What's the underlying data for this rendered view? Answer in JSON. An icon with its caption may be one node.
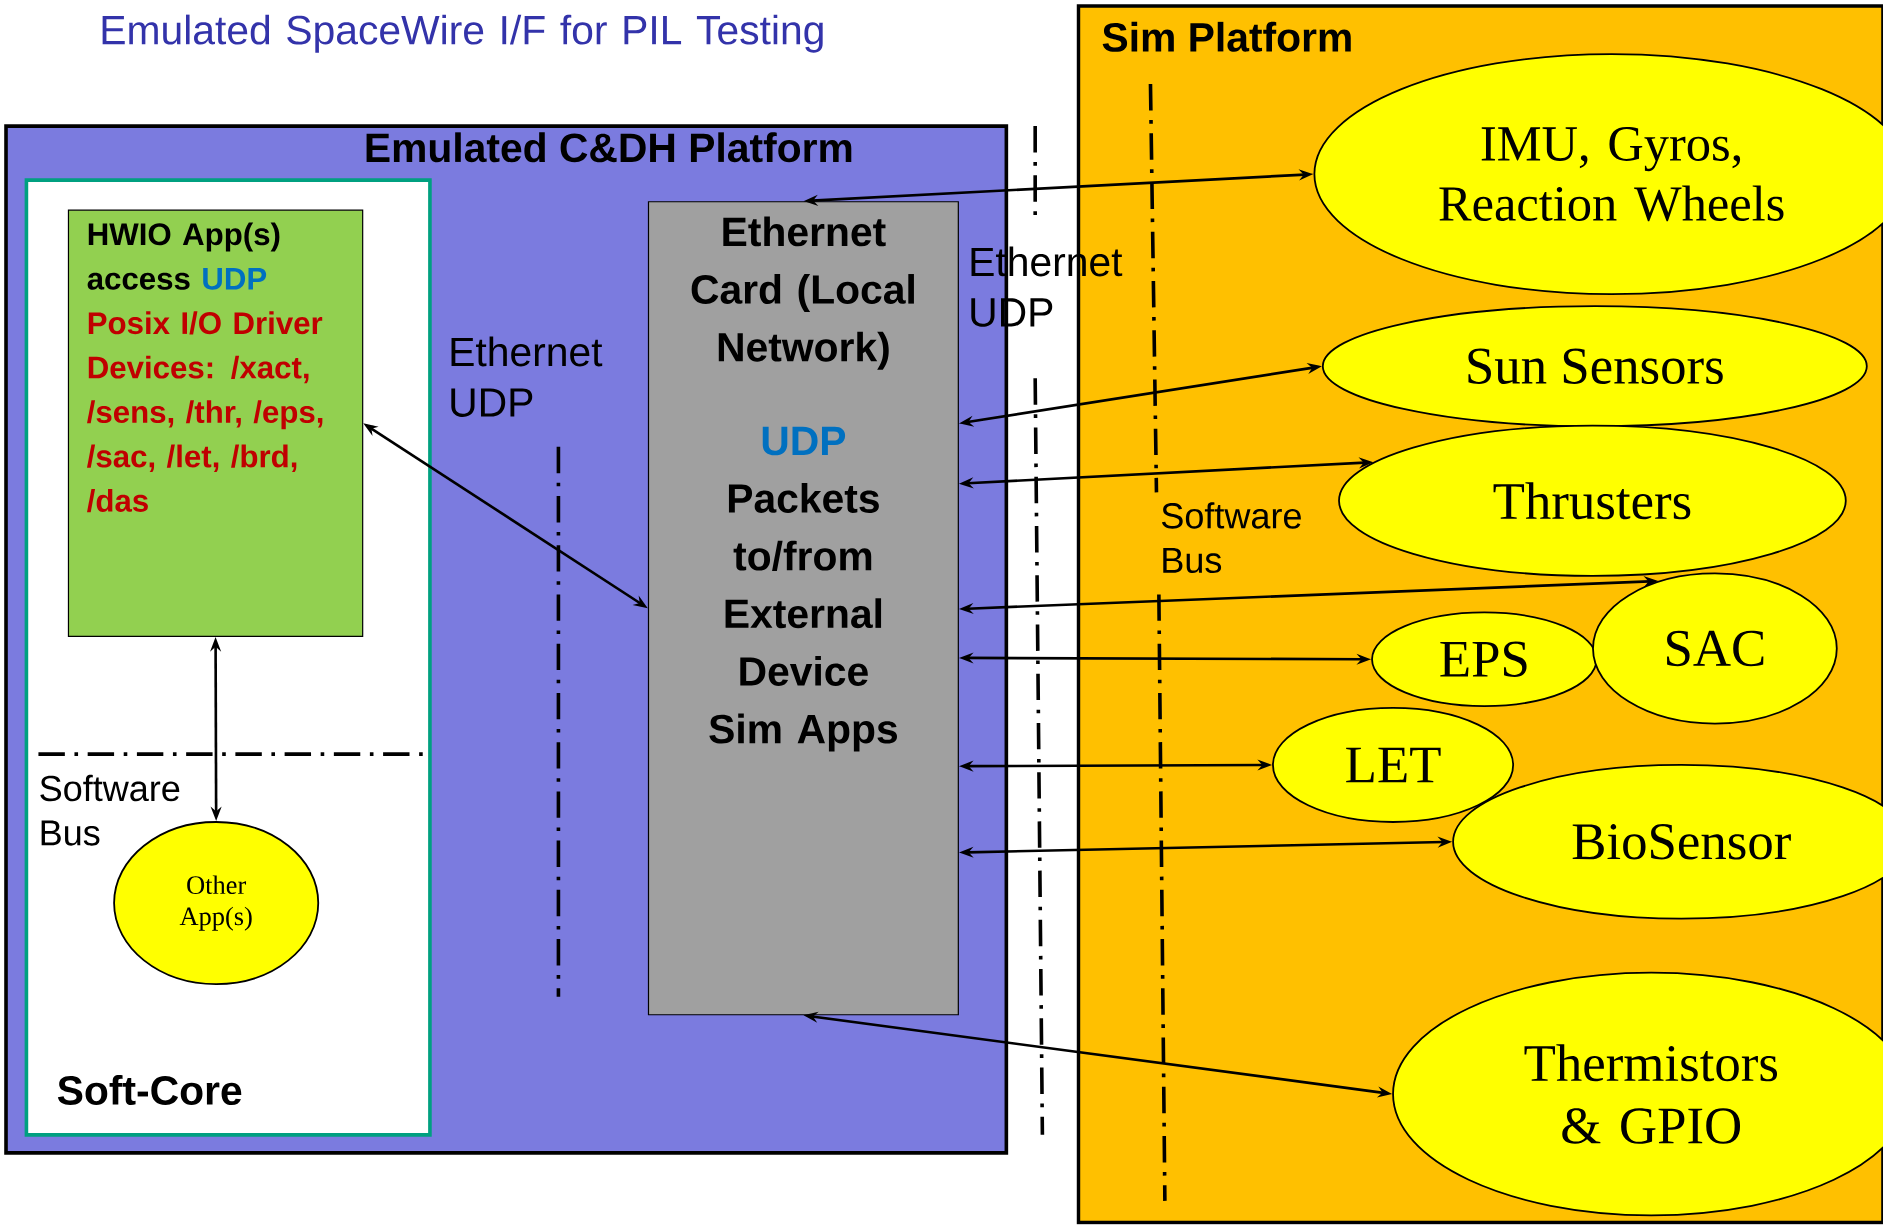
{
  "diagram": {
    "title": "Emulated SpaceWire I/F for PIL Testing",
    "nodes": [
      {
        "text": [
          "Sim Platform"
        ]
      },
      {
        "text": [
          "Emulated C&DH Platform"
        ]
      },
      {
        "text": [
          "Soft-Core"
        ],
        "in": 1
      },
      {
        "text": [
          "HWIO App(s) access",
          "UDP",
          "Posix I/O Driver Devices: /xact, /sens, /thr, /eps, /sac, /let, /brd, /das"
        ],
        "in": 2
      },
      {
        "text": [
          "Other App(s)"
        ],
        "in": 2
      },
      {
        "text": [
          "Ethernet Card (Local Network)",
          "UDP",
          "Packets to/from External Device Sim Apps"
        ],
        "in": 1
      },
      {
        "text": [
          "IMU, Gyros, Reaction Wheels"
        ],
        "in": 0
      },
      {
        "text": [
          "Sun Sensors"
        ],
        "in": 0
      },
      {
        "text": [
          "Thrusters"
        ],
        "in": 0
      },
      {
        "text": [
          "SAC"
        ],
        "in": 0
      },
      {
        "text": [
          "EPS"
        ],
        "in": 0
      },
      {
        "text": [
          "LET"
        ],
        "in": 0
      },
      {
        "text": [
          "BioSensor"
        ],
        "in": 0
      },
      {
        "text": [
          "Thermistors & GPIO"
        ],
        "in": 0
      }
    ],
    "edges": [
      {
        "from": 3,
        "to": 5,
        "arrow": "both"
      },
      {
        "from": 3,
        "to": 4,
        "arrow": "both"
      },
      {
        "from": 5,
        "to": 6,
        "arrow": "both"
      },
      {
        "from": 5,
        "to": 7,
        "arrow": "both"
      },
      {
        "from": 5,
        "to": 8,
        "arrow": "both"
      },
      {
        "from": 5,
        "to": 9,
        "arrow": "both"
      },
      {
        "from": 5,
        "to": 10,
        "arrow": "both"
      },
      {
        "from": 5,
        "to": 11,
        "arrow": "both"
      },
      {
        "from": 5,
        "to": 12,
        "arrow": "both"
      },
      {
        "from": 5,
        "to": 13,
        "arrow": "both"
      }
    ],
    "labels": [
      "Ethernet UDP",
      "Ethernet UDP",
      "Software Bus",
      "Software Bus"
    ]
  }
}
